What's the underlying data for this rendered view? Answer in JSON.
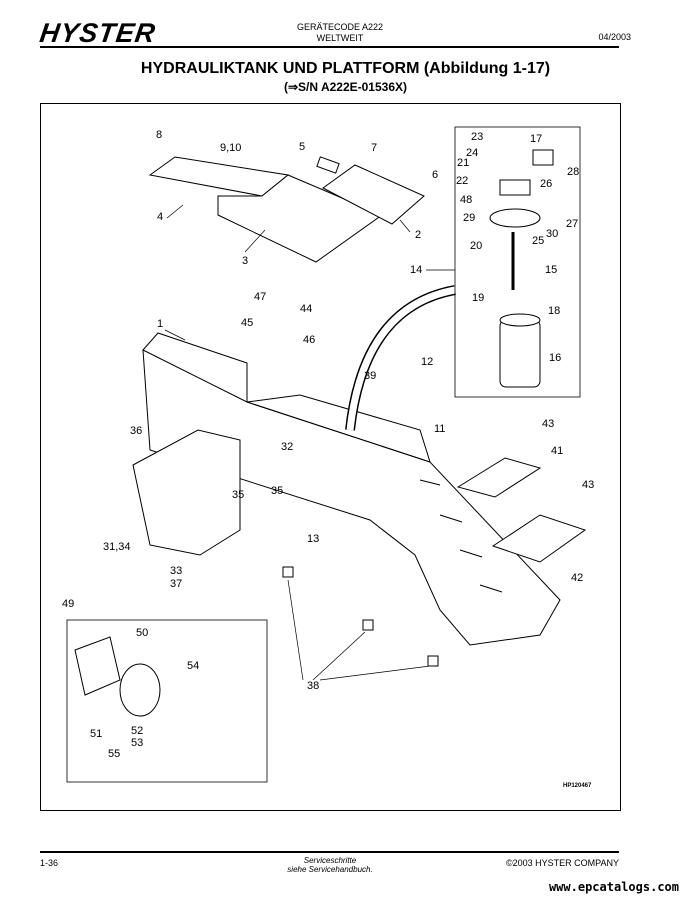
{
  "header": {
    "logo": "HYSTER",
    "code_line1": "GERÄTECODE A222",
    "code_line2": "WELTWEIT",
    "date": "04/2003"
  },
  "title": "HYDRAULIKTANK UND PLATTFORM (Abbildung 1-17)",
  "subtitle": "(⇒S/N A222E-01536X)",
  "diagram": {
    "reference": "HP120467",
    "callouts": {
      "c1": "1",
      "c2": "2",
      "c3": "3",
      "c4": "4",
      "c5": "5",
      "c6": "6",
      "c7": "7",
      "c8": "8",
      "c910": "9,10",
      "c11": "11",
      "c12": "12",
      "c13": "13",
      "c14": "14",
      "c15": "15",
      "c16": "16",
      "c17": "17",
      "c18": "18",
      "c19": "19",
      "c20": "20",
      "c21": "21",
      "c22": "22",
      "c23": "23",
      "c24": "24",
      "c25": "25",
      "c26": "26",
      "c27": "27",
      "c28": "28",
      "c29": "29",
      "c30": "30",
      "c3134": "31,34",
      "c32": "32",
      "c33": "33",
      "c35a": "35",
      "c35b": "35",
      "c36": "36",
      "c37": "37",
      "c38": "38",
      "c39": "39",
      "c41": "41",
      "c42": "42",
      "c43a": "43",
      "c43b": "43",
      "c44": "44",
      "c45": "45",
      "c46": "46",
      "c47": "47",
      "c48": "48",
      "c49": "49",
      "c50": "50",
      "c51": "51",
      "c52": "52",
      "c53": "53",
      "c54": "54",
      "c55": "55"
    }
  },
  "footer": {
    "page": "1-36",
    "center_line1": "Serviceschritte",
    "center_line2": "siehe Servicehandbuch.",
    "copyright": "©2003 HYSTER COMPANY",
    "url": "www.epcatalogs.com"
  }
}
